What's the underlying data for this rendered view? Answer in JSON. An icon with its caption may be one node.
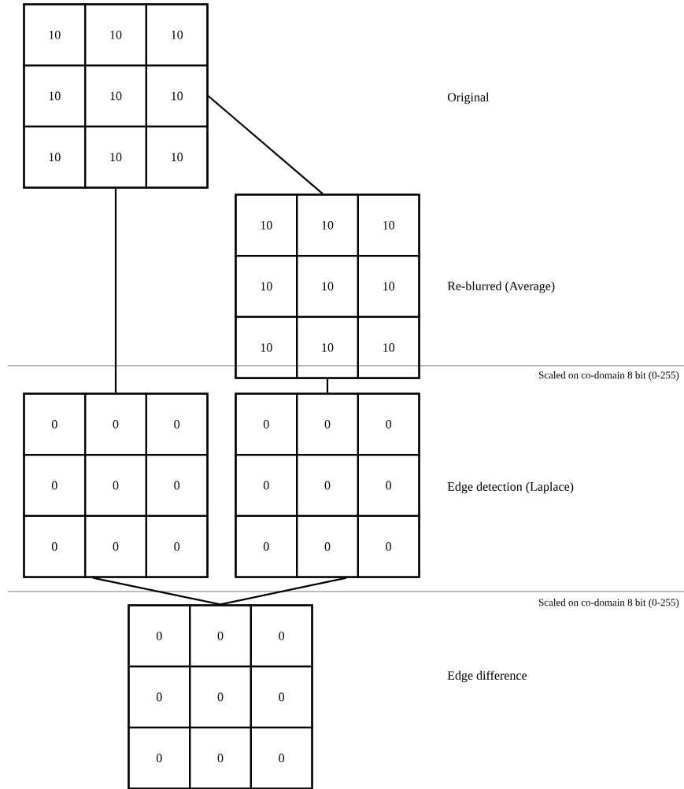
{
  "diagram": {
    "nodes": [
      {
        "text": [],
        "shape": "box"
      },
      {
        "text": [
          "10"
        ],
        "in": 0
      },
      {
        "text": [
          "10"
        ],
        "in": 0
      },
      {
        "text": [
          "10"
        ],
        "in": 0
      },
      {
        "text": [
          "10"
        ],
        "in": 0
      },
      {
        "text": [
          "10"
        ],
        "in": 0
      },
      {
        "text": [
          "10"
        ],
        "in": 0
      },
      {
        "text": [
          "10"
        ],
        "in": 0
      },
      {
        "text": [
          "10"
        ],
        "in": 0
      },
      {
        "text": [
          "10"
        ],
        "in": 0
      },
      {
        "text": [],
        "shape": "box"
      },
      {
        "text": [
          "10"
        ],
        "in": 10
      },
      {
        "text": [
          "10"
        ],
        "in": 10
      },
      {
        "text": [
          "10"
        ],
        "in": 10
      },
      {
        "text": [
          "10"
        ],
        "in": 10
      },
      {
        "text": [
          "10"
        ],
        "in": 10
      },
      {
        "text": [
          "10"
        ],
        "in": 10
      },
      {
        "text": [
          "10"
        ],
        "in": 10
      },
      {
        "text": [
          "10"
        ],
        "in": 10
      },
      {
        "text": [
          "10"
        ],
        "in": 10
      },
      {
        "text": [],
        "shape": "box"
      },
      {
        "text": [
          "0"
        ],
        "in": 20
      },
      {
        "text": [
          "0"
        ],
        "in": 20
      },
      {
        "text": [
          "0"
        ],
        "in": 20
      },
      {
        "text": [
          "0"
        ],
        "in": 20
      },
      {
        "text": [
          "0"
        ],
        "in": 20
      },
      {
        "text": [
          "0"
        ],
        "in": 20
      },
      {
        "text": [
          "0"
        ],
        "in": 20
      },
      {
        "text": [
          "0"
        ],
        "in": 20
      },
      {
        "text": [
          "0"
        ],
        "in": 20
      },
      {
        "text": [],
        "shape": "box"
      },
      {
        "text": [
          "0"
        ],
        "in": 30
      },
      {
        "text": [
          "0"
        ],
        "in": 30
      },
      {
        "text": [
          "0"
        ],
        "in": 30
      },
      {
        "text": [
          "0"
        ],
        "in": 30
      },
      {
        "text": [
          "0"
        ],
        "in": 30
      },
      {
        "text": [
          "0"
        ],
        "in": 30
      },
      {
        "text": [
          "0"
        ],
        "in": 30
      },
      {
        "text": [
          "0"
        ],
        "in": 30
      },
      {
        "text": [
          "0"
        ],
        "in": 30
      },
      {
        "text": [],
        "shape": "box"
      },
      {
        "text": [
          "0"
        ],
        "in": 40
      },
      {
        "text": [
          "0"
        ],
        "in": 40
      },
      {
        "text": [
          "0"
        ],
        "in": 40
      },
      {
        "text": [
          "0"
        ],
        "in": 40
      },
      {
        "text": [
          "0"
        ],
        "in": 40
      },
      {
        "text": [
          "0"
        ],
        "in": 40
      },
      {
        "text": [
          "0"
        ],
        "in": 40
      },
      {
        "text": [
          "0"
        ],
        "in": 40
      },
      {
        "text": [
          "0"
        ],
        "in": 40
      }
    ],
    "edges": [
      {
        "from": 0,
        "to": 10,
        "arrow": "none"
      },
      {
        "from": 0,
        "to": 20,
        "arrow": "none"
      },
      {
        "from": 10,
        "to": 30,
        "arrow": "none"
      },
      {
        "from": 20,
        "to": 40,
        "arrow": "none"
      },
      {
        "from": 30,
        "to": 40,
        "arrow": "none"
      }
    ],
    "labels": [
      "Original",
      "Re-blurred (Average)",
      "Scaled on co-domain 8 bit (0-255)",
      "Edge detection (Laplace)",
      "Scaled on co-domain 8 bit (0-255)",
      "Edge difference"
    ]
  }
}
